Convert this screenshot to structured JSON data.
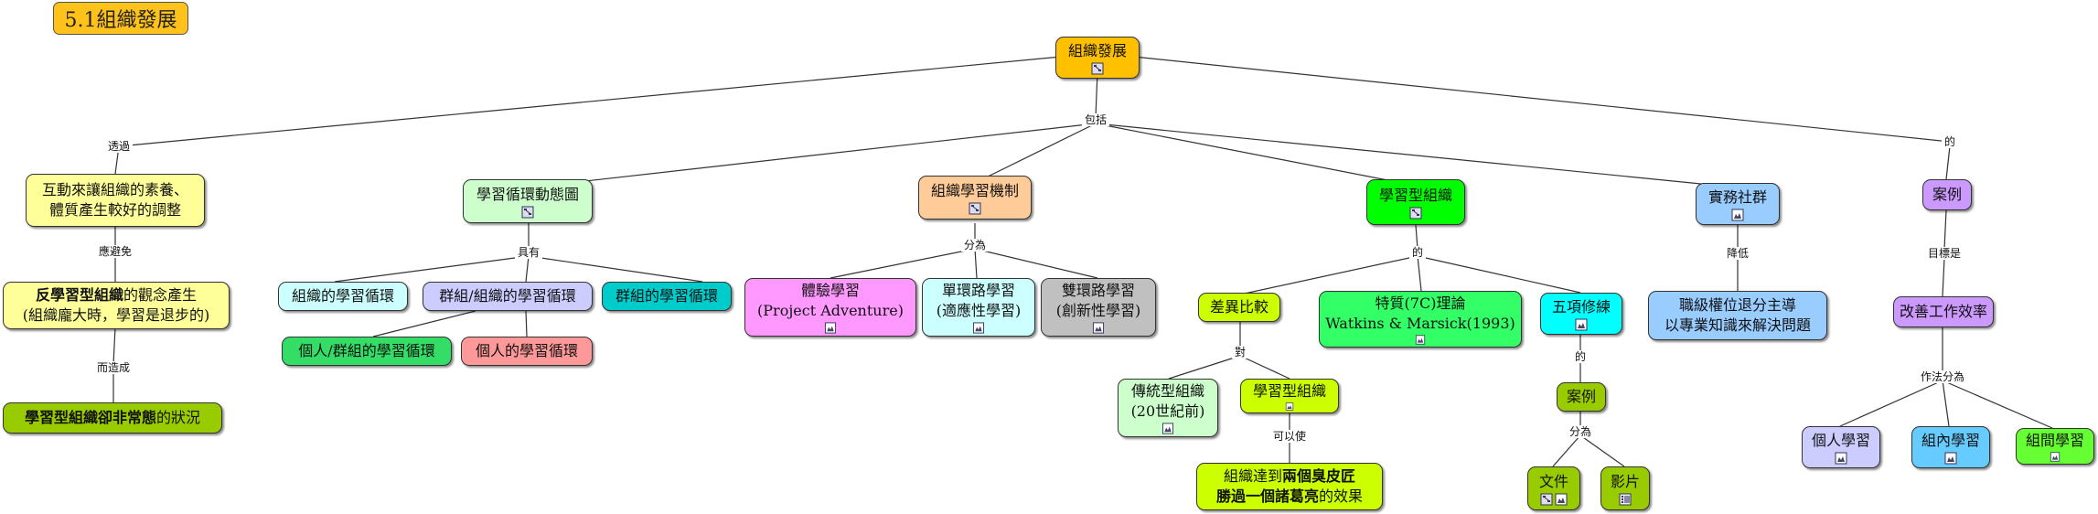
{
  "title": "5.1組織發展",
  "nodes": {
    "root": "組織發展",
    "interaction": [
      "互動來讓組織的素養、",
      "體質產生較好的調整"
    ],
    "anti": [
      "反學習型組織",
      "的觀念產生",
      "(組織龐大時，學習是退步的)"
    ],
    "learning_not_normal": [
      "學習型組織卻非常態",
      "的狀況"
    ],
    "cycle": "學習循環動態圖",
    "cycle_org": "組織的學習循環",
    "cycle_group_org": "群組/組織的學習循環",
    "cycle_group": "群組的學習循環",
    "cycle_ind_group": "個人/群組的學習循環",
    "cycle_ind": "個人的學習循環",
    "mechanism": "組織學習機制",
    "experience": [
      "體驗學習",
      "(Project Adventure)"
    ],
    "single_loop": [
      "單環路學習",
      "(適應性學習)"
    ],
    "double_loop": [
      "雙環路學習",
      "(創新性學習)"
    ],
    "learning_org": "學習型組織",
    "diff": "差異比較",
    "traditional": [
      "傳統型組織",
      "(20世紀前)"
    ],
    "learning_org2": "學習型組織",
    "achieve": [
      "組織達到",
      "兩個臭皮匠",
      "勝過一個諸葛亮",
      "的效果"
    ],
    "traits": [
      "特質(7C)理論",
      "Watkins & Marsick(1993)"
    ],
    "five": "五項修練",
    "case_sub": "案例",
    "doc": "文件",
    "video": "影片",
    "practice": "實務社群",
    "authority": [
      "職級權位退分主導",
      "以專業知識來解決問題"
    ],
    "case": "案例",
    "efficiency": "改善工作效率",
    "personal": "個人學習",
    "intra": "組內學習",
    "inter": "組間學習"
  },
  "links": {
    "through": "透過",
    "include": "包括",
    "of": "的",
    "avoid": "應避免",
    "become": "而造成",
    "has": "具有",
    "divide_into": "分為",
    "of2": "的",
    "vs": "對",
    "enable": "可以使",
    "of3": "的",
    "divide": "分為",
    "reduce": "降低",
    "goal": "目標是",
    "approach": "作法分為"
  },
  "colors": {
    "title": "#ffc21a",
    "root": "#ffc000",
    "yellow_light": "#ffff99",
    "green_light": "#ccffcc",
    "cyan_light": "#ccffff",
    "lavender": "#ccccff",
    "teal": "#00cccc",
    "green": "#33dd66",
    "salmon": "#ff9999",
    "orange_light": "#ffcc99",
    "pink": "#ff99ff",
    "gray": "#c0c0c0",
    "lime": "#00ff00",
    "yellow_green": "#ccff00",
    "olive": "#99cc00",
    "cyan": "#00ffff",
    "blue_light": "#99ccff",
    "purple": "#cc99ff",
    "sky": "#66ccff",
    "bright_green": "#66ff33"
  },
  "icons": [
    "concept-map-icon",
    "document-icon",
    "video-icon"
  ]
}
